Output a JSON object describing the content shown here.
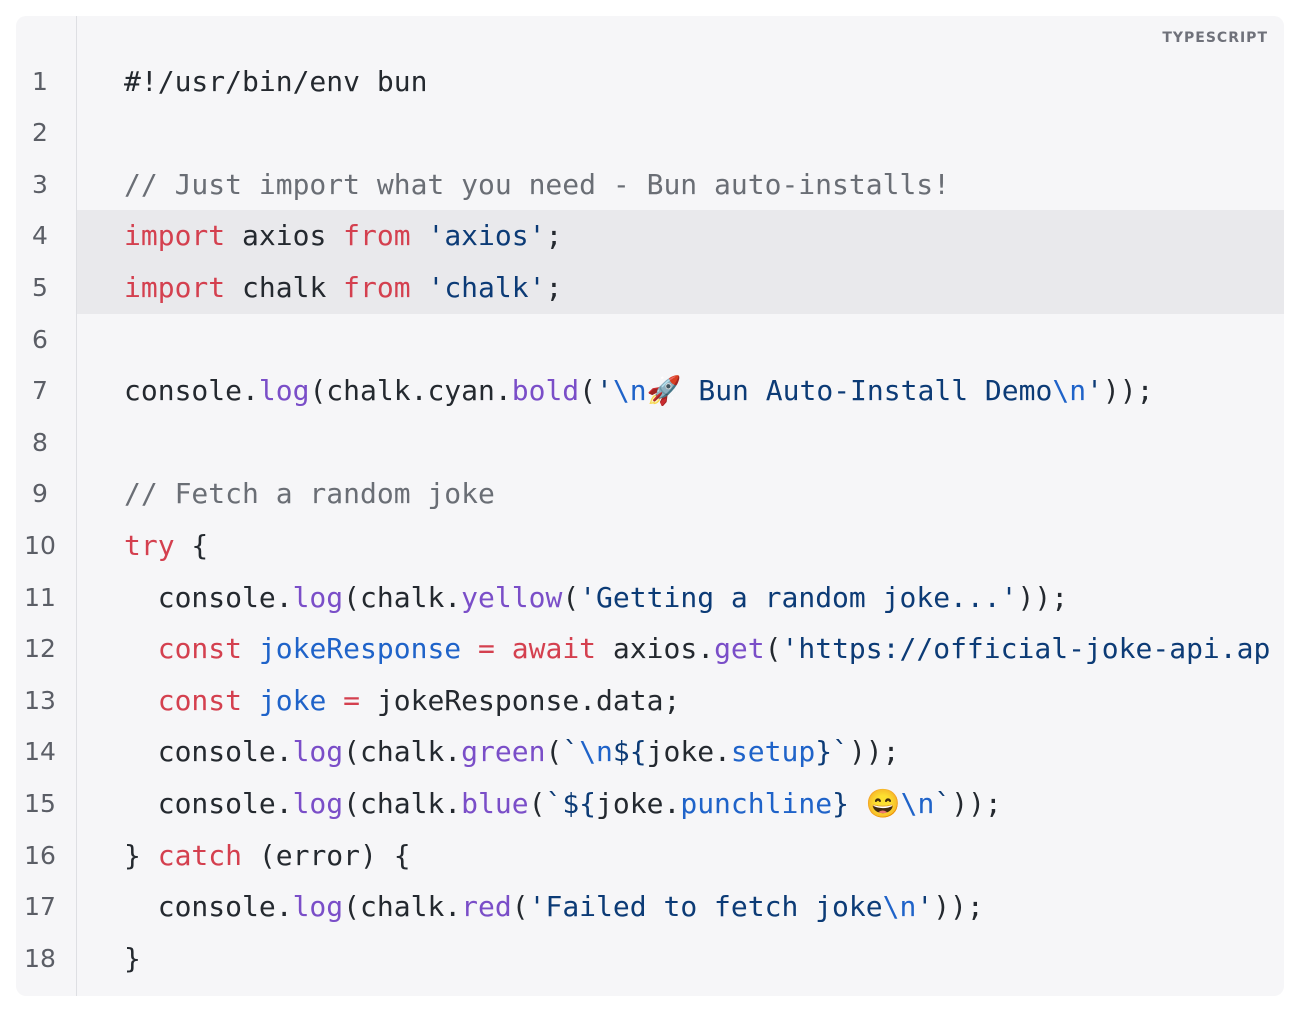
{
  "code_block": {
    "language_label": "TYPESCRIPT",
    "highlighted_lines": [
      4,
      5
    ],
    "colors": {
      "background": "#f6f6f8",
      "highlight": "#e9e9ec",
      "keyword": "#d4404f",
      "string": "#0c3b76",
      "function": "#7a4ec8",
      "variable": "#1f63c9",
      "comment": "#6a6e75",
      "text": "#24292f"
    },
    "lines": [
      {
        "n": "1",
        "tokens": [
          {
            "t": "plain",
            "v": "#!/usr/bin/env bun"
          }
        ]
      },
      {
        "n": "2",
        "tokens": []
      },
      {
        "n": "3",
        "tokens": [
          {
            "t": "com",
            "v": "// Just import what you need - Bun auto-installs!"
          }
        ]
      },
      {
        "n": "4",
        "tokens": [
          {
            "t": "kw",
            "v": "import"
          },
          {
            "t": "plain",
            "v": " axios "
          },
          {
            "t": "kw",
            "v": "from"
          },
          {
            "t": "plain",
            "v": " "
          },
          {
            "t": "str",
            "v": "'axios'"
          },
          {
            "t": "plain",
            "v": ";"
          }
        ]
      },
      {
        "n": "5",
        "tokens": [
          {
            "t": "kw",
            "v": "import"
          },
          {
            "t": "plain",
            "v": " chalk "
          },
          {
            "t": "kw",
            "v": "from"
          },
          {
            "t": "plain",
            "v": " "
          },
          {
            "t": "str",
            "v": "'chalk'"
          },
          {
            "t": "plain",
            "v": ";"
          }
        ]
      },
      {
        "n": "6",
        "tokens": []
      },
      {
        "n": "7",
        "tokens": [
          {
            "t": "plain",
            "v": "console."
          },
          {
            "t": "fn",
            "v": "log"
          },
          {
            "t": "plain",
            "v": "(chalk.cyan."
          },
          {
            "t": "fn",
            "v": "bold"
          },
          {
            "t": "plain",
            "v": "("
          },
          {
            "t": "str",
            "v": "'"
          },
          {
            "t": "esc",
            "v": "\\n"
          },
          {
            "t": "str",
            "v": "🚀 Bun Auto-Install Demo"
          },
          {
            "t": "esc",
            "v": "\\n"
          },
          {
            "t": "str",
            "v": "'"
          },
          {
            "t": "plain",
            "v": "));"
          }
        ]
      },
      {
        "n": "8",
        "tokens": []
      },
      {
        "n": "9",
        "tokens": [
          {
            "t": "com",
            "v": "// Fetch a random joke"
          }
        ]
      },
      {
        "n": "10",
        "tokens": [
          {
            "t": "kw",
            "v": "try"
          },
          {
            "t": "plain",
            "v": " {"
          }
        ]
      },
      {
        "n": "11",
        "tokens": [
          {
            "t": "plain",
            "v": "  console."
          },
          {
            "t": "fn",
            "v": "log"
          },
          {
            "t": "plain",
            "v": "(chalk."
          },
          {
            "t": "fn",
            "v": "yellow"
          },
          {
            "t": "plain",
            "v": "("
          },
          {
            "t": "str",
            "v": "'Getting a random joke...'"
          },
          {
            "t": "plain",
            "v": "));"
          }
        ]
      },
      {
        "n": "12",
        "tokens": [
          {
            "t": "plain",
            "v": "  "
          },
          {
            "t": "kw",
            "v": "const"
          },
          {
            "t": "plain",
            "v": " "
          },
          {
            "t": "var",
            "v": "jokeResponse"
          },
          {
            "t": "plain",
            "v": " "
          },
          {
            "t": "kw",
            "v": "="
          },
          {
            "t": "plain",
            "v": " "
          },
          {
            "t": "kw",
            "v": "await"
          },
          {
            "t": "plain",
            "v": " axios."
          },
          {
            "t": "fn",
            "v": "get"
          },
          {
            "t": "plain",
            "v": "("
          },
          {
            "t": "str",
            "v": "'https://official-joke-api.ap"
          }
        ]
      },
      {
        "n": "13",
        "tokens": [
          {
            "t": "plain",
            "v": "  "
          },
          {
            "t": "kw",
            "v": "const"
          },
          {
            "t": "plain",
            "v": " "
          },
          {
            "t": "var",
            "v": "joke"
          },
          {
            "t": "plain",
            "v": " "
          },
          {
            "t": "kw",
            "v": "="
          },
          {
            "t": "plain",
            "v": " jokeResponse.data;"
          }
        ]
      },
      {
        "n": "14",
        "tokens": [
          {
            "t": "plain",
            "v": "  console."
          },
          {
            "t": "fn",
            "v": "log"
          },
          {
            "t": "plain",
            "v": "(chalk."
          },
          {
            "t": "fn",
            "v": "green"
          },
          {
            "t": "plain",
            "v": "("
          },
          {
            "t": "str",
            "v": "`"
          },
          {
            "t": "esc",
            "v": "\\n"
          },
          {
            "t": "str",
            "v": "${"
          },
          {
            "t": "plain",
            "v": "joke."
          },
          {
            "t": "var",
            "v": "setup"
          },
          {
            "t": "str",
            "v": "}`"
          },
          {
            "t": "plain",
            "v": "));"
          }
        ]
      },
      {
        "n": "15",
        "tokens": [
          {
            "t": "plain",
            "v": "  console."
          },
          {
            "t": "fn",
            "v": "log"
          },
          {
            "t": "plain",
            "v": "(chalk."
          },
          {
            "t": "fn",
            "v": "blue"
          },
          {
            "t": "plain",
            "v": "("
          },
          {
            "t": "str",
            "v": "`${"
          },
          {
            "t": "plain",
            "v": "joke."
          },
          {
            "t": "var",
            "v": "punchline"
          },
          {
            "t": "str",
            "v": "} 😄"
          },
          {
            "t": "esc",
            "v": "\\n"
          },
          {
            "t": "str",
            "v": "`"
          },
          {
            "t": "plain",
            "v": "));"
          }
        ]
      },
      {
        "n": "16",
        "tokens": [
          {
            "t": "plain",
            "v": "} "
          },
          {
            "t": "kw",
            "v": "catch"
          },
          {
            "t": "plain",
            "v": " (error) {"
          }
        ]
      },
      {
        "n": "17",
        "tokens": [
          {
            "t": "plain",
            "v": "  console."
          },
          {
            "t": "fn",
            "v": "log"
          },
          {
            "t": "plain",
            "v": "(chalk."
          },
          {
            "t": "fn",
            "v": "red"
          },
          {
            "t": "plain",
            "v": "("
          },
          {
            "t": "str",
            "v": "'Failed to fetch joke"
          },
          {
            "t": "esc",
            "v": "\\n"
          },
          {
            "t": "str",
            "v": "'"
          },
          {
            "t": "plain",
            "v": "));"
          }
        ]
      },
      {
        "n": "18",
        "tokens": [
          {
            "t": "plain",
            "v": "}"
          }
        ]
      }
    ]
  }
}
